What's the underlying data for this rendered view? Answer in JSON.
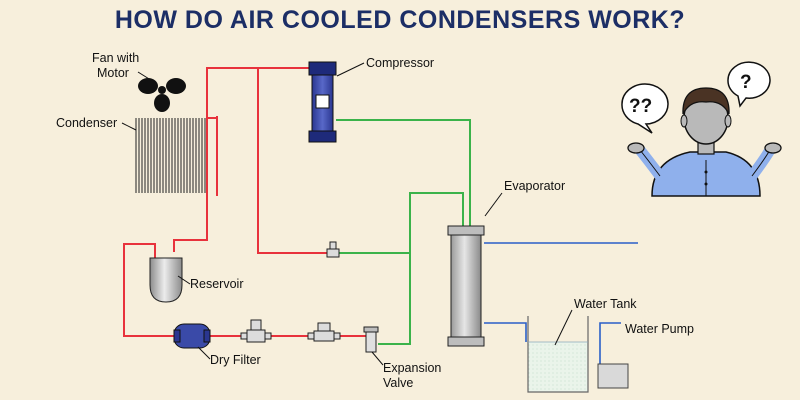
{
  "title": "HOW DO AIR COOLED CONDENSERS WORK?",
  "labels": {
    "fan": [
      "Fan with",
      "Motor"
    ],
    "condenser": "Condenser",
    "compressor": "Compressor",
    "evaporator": "Evaporator",
    "reservoir": "Reservoir",
    "dry_filter": "Dry Filter",
    "expansion_valve": [
      "Expansion",
      "Valve"
    ],
    "water_tank": "Water Tank",
    "water_pump": "Water Pump"
  },
  "person": {
    "bubble_left": "??",
    "bubble_right": "?"
  },
  "colors": {
    "hot_line": "#e8323c",
    "cold_line": "#3bb34a",
    "water_line": "#2a5fc8",
    "title": "#1c2e66",
    "compressor": "#3a4aa8",
    "shirt": "#8fb0ec",
    "hair": "#4a3324"
  }
}
